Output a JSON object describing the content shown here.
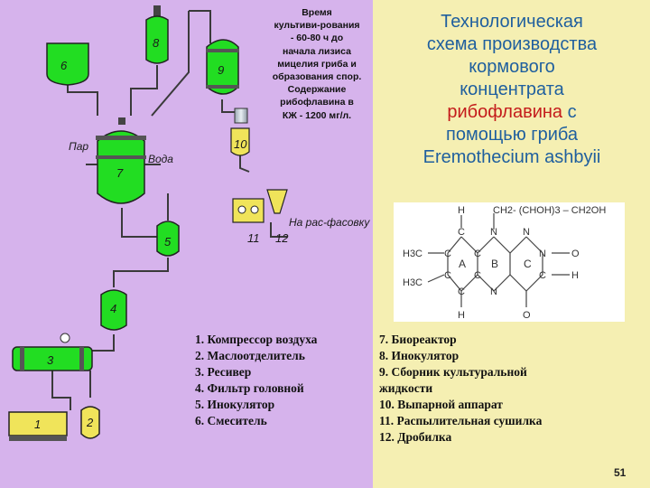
{
  "title": {
    "line1": "Технологическая",
    "line2": "схема производства",
    "line3": "кормового",
    "line4": "концентрата",
    "accent": "рибофлавина",
    "line5_rest": " с",
    "line6": "помощью гриба",
    "line7": "Eremothecium ashbyii"
  },
  "note": {
    "lines": [
      "Время",
      "культиви-рования",
      "- 60-80 ч до",
      "начала лизиса",
      "мицелия гриба и",
      "образования спор.",
      "Содержание",
      "рибофлавина в",
      "КЖ - 1200 мг/л."
    ]
  },
  "legend_left": [
    "1. Компрессор воздуха",
    "2. Маслоотделитель",
    "3. Ресивер",
    "4. Фильтр головной",
    "5. Инокулятор",
    "6. Смеситель"
  ],
  "legend_right": [
    "7. Биореактор",
    "8. Инокулятор",
    "9. Сборник культуральной",
    "жидкости",
    "10. Выпарной аппарат",
    "11. Распылительная сушилка",
    "12. Дробилка"
  ],
  "diagram": {
    "unit_numbers": [
      "1",
      "2",
      "3",
      "4",
      "5",
      "6",
      "7",
      "8",
      "9",
      "10",
      "11",
      "12"
    ],
    "label_steam": "Пар",
    "label_water": "Вода",
    "label_packing": "На рас-фасовку"
  },
  "formula": {
    "substituent": "CH2- (CHOH)3 – CH2OH",
    "ring_labels": [
      "A",
      "B",
      "C"
    ],
    "atoms": [
      "H",
      "C",
      "C",
      "C",
      "C",
      "C",
      "C",
      "C",
      "N",
      "N",
      "N",
      "N",
      "O",
      "O",
      "H",
      "H",
      "H3C",
      "H3C"
    ]
  },
  "colors": {
    "background": "#d6b3ec",
    "panel": "#f5efb2",
    "vessel": "#22dd22",
    "title": "#1f5f9e",
    "accent": "#c41b1b"
  },
  "page_number": "51"
}
